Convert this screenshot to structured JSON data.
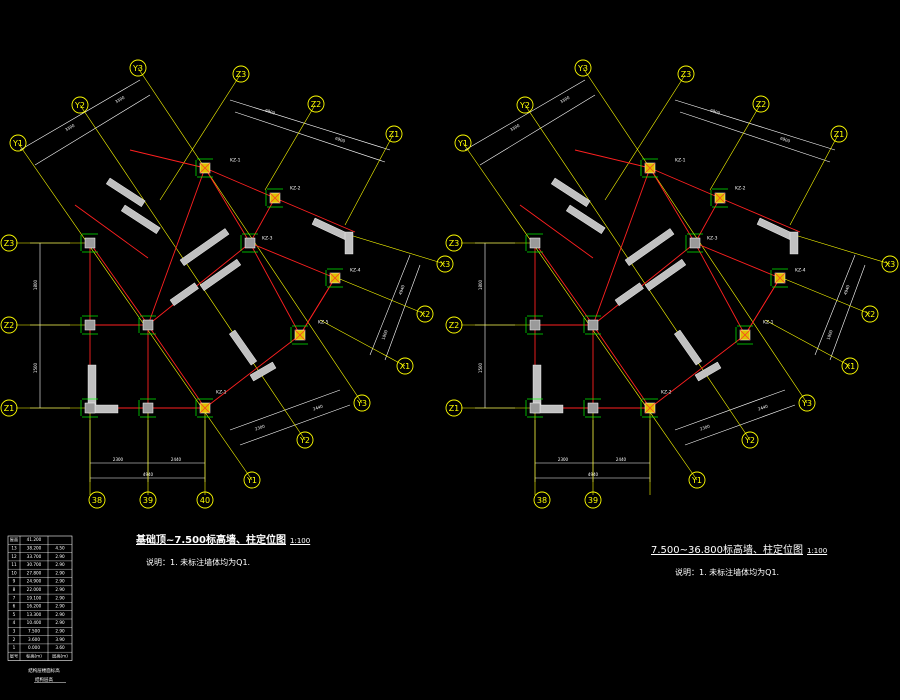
{
  "colors": {
    "background": "#000000",
    "axis": "#ffff00",
    "beam": "#ff2020",
    "wall": "#c0c0c0",
    "column": "#ffff60",
    "rebar": "#00ff00",
    "dim": "#ffffff",
    "bubble": "#ffff00"
  },
  "plans": [
    {
      "title": "基础顶~7.500标高墙、柱定位图",
      "scale": "1:100",
      "note": "说明：1. 未标注墙体均为Q1.",
      "axes": [
        "Y1",
        "Y2",
        "Y3",
        "Z1",
        "Z2",
        "Z3",
        "X1",
        "X2",
        "X3",
        "38",
        "39",
        "40"
      ],
      "column_labels": [
        "KZ-1",
        "KZ-2",
        "KZ-3",
        "KZ-4",
        "KZ-5"
      ],
      "dims": [
        "2300",
        "2440",
        "6900",
        "3300",
        "3300",
        "1500",
        "1800",
        "4940"
      ]
    },
    {
      "title": "7.500~36.800标高墙、柱定位图",
      "scale": "1:100",
      "note": "说明：1. 未标注墙体均为Q1.",
      "axes": [
        "Y1",
        "Y2",
        "Y3",
        "Z1",
        "Z2",
        "Z3",
        "X1",
        "X2",
        "X3",
        "38",
        "39"
      ],
      "column_labels": [
        "KZ-1",
        "KZ-2",
        "KZ-3",
        "KZ-4"
      ],
      "dims": [
        "2300",
        "2440",
        "6900",
        "3300",
        "3300",
        "1500",
        "1800",
        "4940"
      ]
    }
  ],
  "level_table": {
    "rows": [
      [
        "屋面",
        "41.200",
        ""
      ],
      [
        "13",
        "38.200",
        "4.50"
      ],
      [
        "12",
        "33.700",
        "2.90"
      ],
      [
        "11",
        "30.700",
        "2.90"
      ],
      [
        "10",
        "27.800",
        "2.90"
      ],
      [
        "9",
        "24.900",
        "2.90"
      ],
      [
        "8",
        "22.000",
        "2.90"
      ],
      [
        "7",
        "19.100",
        "2.90"
      ],
      [
        "6",
        "16.200",
        "2.90"
      ],
      [
        "5",
        "13.300",
        "2.90"
      ],
      [
        "4",
        "10.400",
        "2.90"
      ],
      [
        "3",
        "7.500",
        "2.90"
      ],
      [
        "2",
        "3.600",
        "3.90"
      ],
      [
        "1",
        "0.000",
        "3.60"
      ],
      [
        "层号",
        "标高(m)",
        "层高(m)"
      ]
    ],
    "caption_1": "结构层楼面标高",
    "caption_2": "结构层高"
  }
}
